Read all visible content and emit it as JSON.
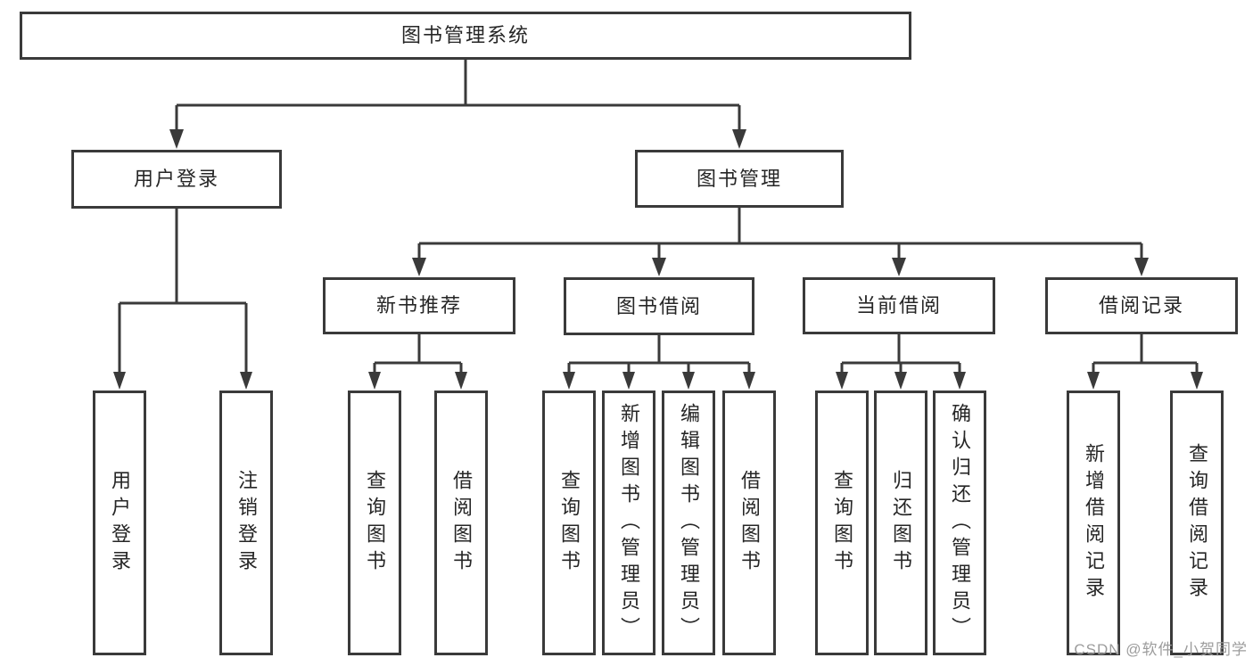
{
  "diagram": {
    "root": {
      "label": "图书管理系统"
    },
    "level2": [
      {
        "label": "用户登录"
      },
      {
        "label": "图书管理"
      }
    ],
    "level3": [
      {
        "label": "新书推荐"
      },
      {
        "label": "图书借阅"
      },
      {
        "label": "当前借阅"
      },
      {
        "label": "借阅记录"
      }
    ],
    "leaves": {
      "login": [
        {
          "label": "用户登录"
        },
        {
          "label": "注销登录"
        }
      ],
      "newbook": [
        {
          "label": "查询图书"
        },
        {
          "label": "借阅图书"
        }
      ],
      "borrow": [
        {
          "label": "查询图书"
        },
        {
          "label": "新增图书（管理员）"
        },
        {
          "label": "编辑图书（管理员）"
        },
        {
          "label": "借阅图书"
        }
      ],
      "current": [
        {
          "label": "查询图书"
        },
        {
          "label": "归还图书"
        },
        {
          "label": "确认归还（管理员）"
        }
      ],
      "records": [
        {
          "label": "新增借阅记录"
        },
        {
          "label": "查询借阅记录"
        }
      ]
    }
  },
  "watermark": {
    "text": "CSDN @软件_小贺同学"
  },
  "colors": {
    "line": "#3a3a3a",
    "box_border": "#3a3a3a",
    "text": "#262626",
    "watermark": "#9c9c9c",
    "background": "#ffffff"
  }
}
